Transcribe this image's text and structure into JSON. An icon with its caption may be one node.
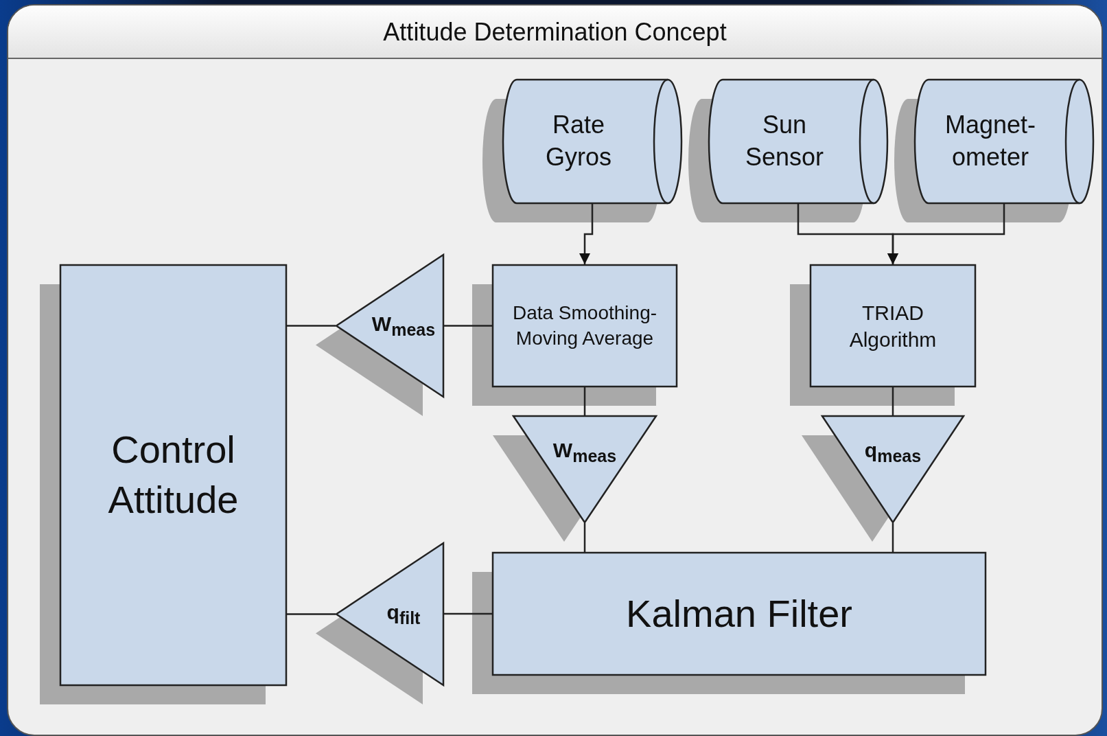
{
  "diagram": {
    "title": "Attitude Determination Concept",
    "nodes": [
      {
        "text": [
          "Rate Gyros"
        ]
      },
      {
        "text": [
          "Sun Sensor"
        ]
      },
      {
        "text": [
          "Magnet- ometer"
        ]
      },
      {
        "text": [
          "Data Smoothing- Moving Average"
        ]
      },
      {
        "text": [
          "TRIAD Algorithm"
        ]
      },
      {
        "text": [
          "Control Attitude"
        ]
      },
      {
        "text": [
          "W$_{meas}$"
        ]
      },
      {
        "text": [
          "W$_{meas}$"
        ]
      },
      {
        "text": [
          "q$_{meas}$"
        ]
      },
      {
        "text": [
          "Kalman Filter"
        ]
      },
      {
        "text": [
          "q$_{filt}$"
        ]
      }
    ],
    "edges": [
      {
        "from": 0,
        "to": 3,
        "arrow": "to"
      },
      {
        "from": 1,
        "to": 4,
        "arrow": "to"
      },
      {
        "from": 2,
        "to": 4,
        "arrow": "to"
      },
      {
        "from": 3,
        "to": 6,
        "arrow": "none"
      },
      {
        "from": 6,
        "to": 5,
        "arrow": "none"
      },
      {
        "from": 3,
        "to": 7,
        "arrow": "none"
      },
      {
        "from": 7,
        "to": 9,
        "arrow": "none"
      },
      {
        "from": 4,
        "to": 8,
        "arrow": "none"
      },
      {
        "from": 8,
        "to": 9,
        "arrow": "none"
      },
      {
        "from": 9,
        "to": 10,
        "arrow": "none"
      },
      {
        "from": 10,
        "to": 5,
        "arrow": "none"
      }
    ]
  }
}
